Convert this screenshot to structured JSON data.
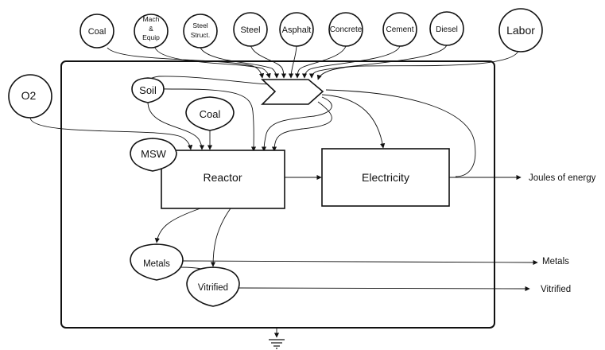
{
  "sources": {
    "coal": "Coal",
    "mach_equip": [
      "Mach",
      "&",
      "Equip"
    ],
    "steel_struct": [
      "Steel",
      "Struct."
    ],
    "steel": "Steel",
    "asphalt": "Asphalt",
    "concrete": "Concrete",
    "cement": "Cement",
    "diesel": "Diesel",
    "labor": "Labor",
    "o2": "O2"
  },
  "storages": {
    "soil": "Soil",
    "coal": "Coal",
    "msw": "MSW",
    "metals": "Metals",
    "vitrified": "Vitrified"
  },
  "processes": {
    "reactor": "Reactor",
    "electricity": "Electricity"
  },
  "outputs": {
    "energy": "Joules of energy",
    "metals": "Metals",
    "vitrified": "Vitrified"
  }
}
